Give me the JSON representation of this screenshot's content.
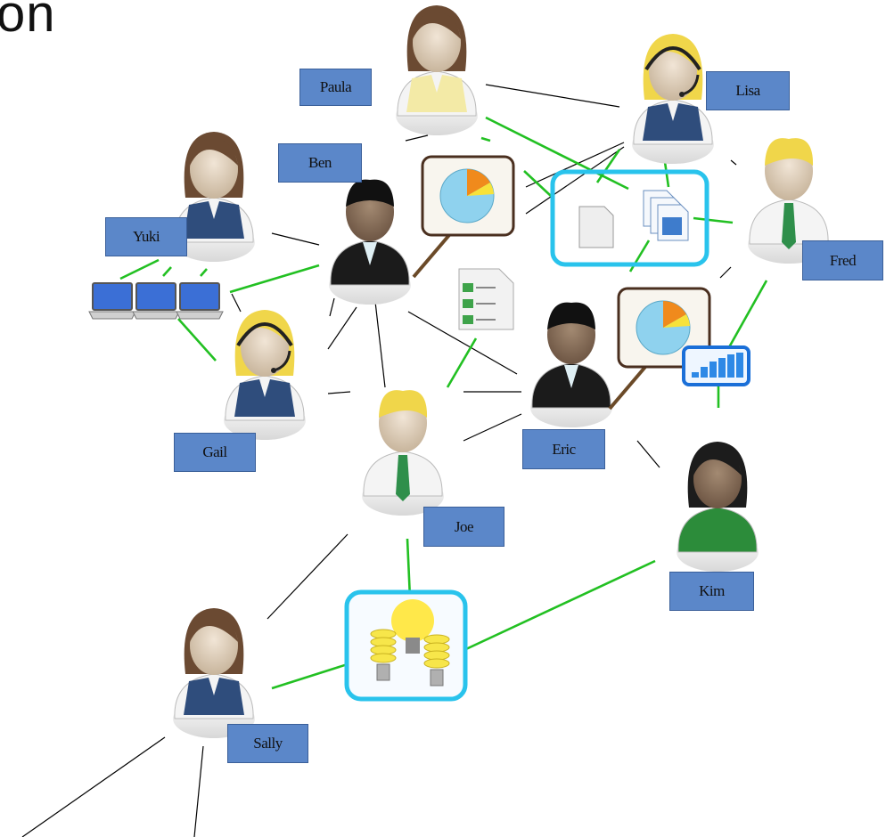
{
  "title_fragment": "on",
  "people": [
    {
      "id": "paula",
      "name": "Paula",
      "kind": "woman-vest"
    },
    {
      "id": "lisa",
      "name": "Lisa",
      "kind": "headset-woman"
    },
    {
      "id": "ben",
      "name": "Ben",
      "kind": "presenter"
    },
    {
      "id": "yuki",
      "name": "Yuki",
      "kind": "woman"
    },
    {
      "id": "fred",
      "name": "Fred",
      "kind": "man-tie"
    },
    {
      "id": "gail",
      "name": "Gail",
      "kind": "headset-woman"
    },
    {
      "id": "eric",
      "name": "Eric",
      "kind": "presenter"
    },
    {
      "id": "joe",
      "name": "Joe",
      "kind": "man-tie"
    },
    {
      "id": "kim",
      "name": "Kim",
      "kind": "artist"
    },
    {
      "id": "sally",
      "name": "Sally",
      "kind": "woman"
    }
  ],
  "objects": [
    {
      "id": "ben-chart",
      "icon": "pie-chart-board-icon"
    },
    {
      "id": "eric-chart",
      "icon": "pie-chart-board-icon"
    },
    {
      "id": "documents",
      "icon": "documents-icon",
      "highlight": "#29c3ec"
    },
    {
      "id": "checklist",
      "icon": "checklist-document-icon"
    },
    {
      "id": "laptops",
      "icon": "laptop-icon"
    },
    {
      "id": "bar-chart",
      "icon": "bar-chart-icon",
      "highlight": "#1a6fd8"
    },
    {
      "id": "light-bulbs",
      "icon": "light-bulb-icon",
      "highlight": "#29c3ec"
    }
  ],
  "colors": {
    "label_fill": "#5b87c9",
    "person_link": "#000000",
    "resource_link": "#22c022"
  }
}
